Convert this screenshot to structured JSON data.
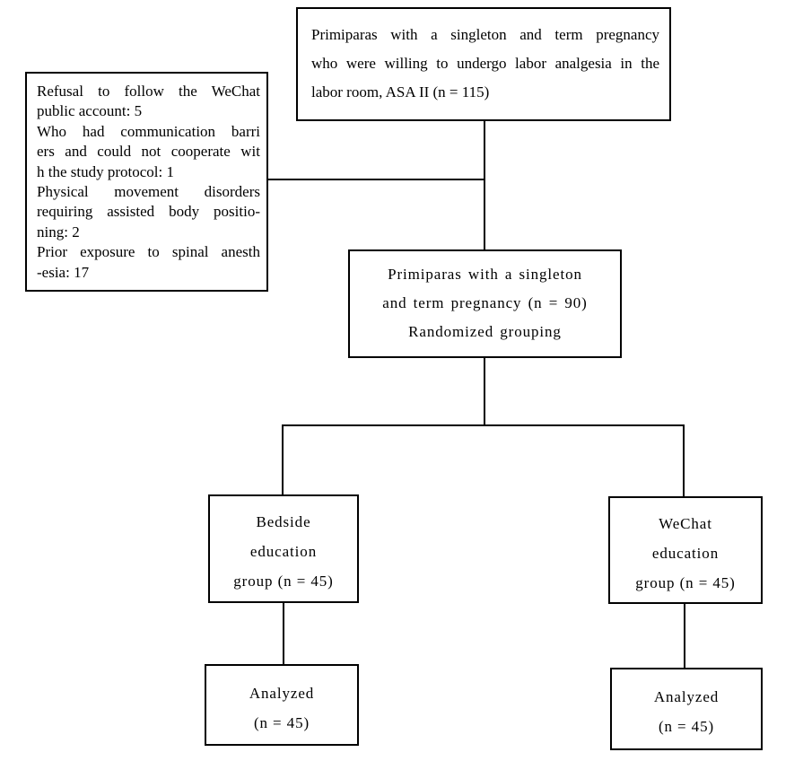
{
  "figure": {
    "kind": "study-flow-diagram",
    "colors": {
      "background": "#ffffff",
      "border": "#000000",
      "text": "#000000",
      "line": "#000000"
    }
  },
  "boxes": {
    "enrollment": {
      "lines": [
        "Primiparas with a singleton and term pregnancy",
        "who were willing to undergo labor analgesia in the",
        "labor room, ASA II (n = 115)"
      ]
    },
    "exclusions": {
      "lines": [
        "Refusal to follow the WeChat",
        "public account: 5",
        "Who had communication barri",
        "ers and could not cooperate wit",
        "h the study protocol: 1",
        "Physical movement disorders",
        "requiring assisted body positio-",
        "ning: 2",
        "Prior exposure to spinal anesth",
        "-esia: 17"
      ]
    },
    "randomized": {
      "lines": [
        "Primiparas with a singleton",
        "and term pregnancy (n = 90)",
        "Randomized grouping"
      ]
    },
    "bedside_group": {
      "lines": [
        "Bedside",
        "education",
        "group (n = 45)"
      ]
    },
    "wechat_group": {
      "lines": [
        "WeChat",
        "education",
        "group (n = 45)"
      ]
    },
    "bedside_analyzed": {
      "lines": [
        "Analyzed",
        "(n = 45)"
      ]
    },
    "wechat_analyzed": {
      "lines": [
        "Analyzed",
        "(n = 45)"
      ]
    }
  }
}
